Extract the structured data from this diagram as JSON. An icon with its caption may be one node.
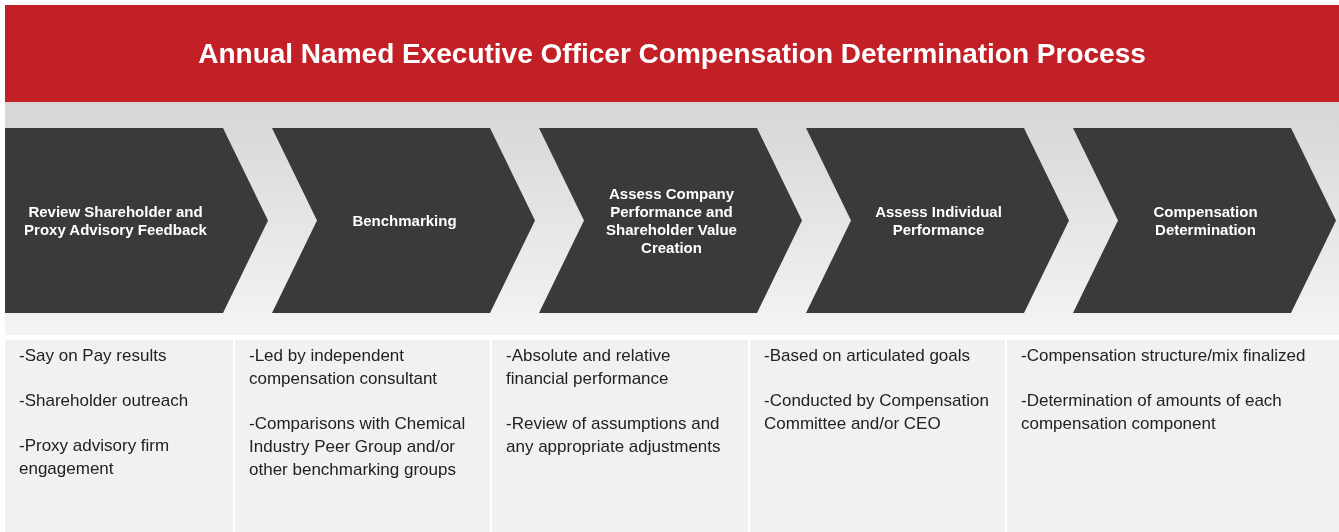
{
  "diagram": {
    "title": "Annual Named Executive Officer Compensation Determination Process",
    "nodes": [
      {
        "text": [
          "Review Shareholder and Proxy Advisory Feedback"
        ]
      },
      {
        "text": [
          "Benchmarking"
        ]
      },
      {
        "text": [
          "Assess Company Performance and Shareholder Value Creation"
        ]
      },
      {
        "text": [
          "Assess Individual Performance"
        ]
      },
      {
        "text": [
          "Compensation Determination"
        ]
      },
      {
        "text": [
          "-Say on Pay results",
          "-Shareholder outreach",
          "-Proxy advisory firm engagement"
        ]
      },
      {
        "text": [
          "-Led by independent compensation consultant",
          "-Comparisons with Chemical Industry Peer Group and/or other benchmarking groups"
        ]
      },
      {
        "text": [
          "-Absolute and relative financial performance",
          "-Review of assumptions and any appropriate adjustments"
        ]
      },
      {
        "text": [
          "-Based on articulated goals",
          "-Conducted by Compensation Committee and/or CEO"
        ]
      },
      {
        "text": [
          "-Compensation structure/mix finalized",
          "-Determination of amounts of each compensation component"
        ]
      }
    ]
  }
}
